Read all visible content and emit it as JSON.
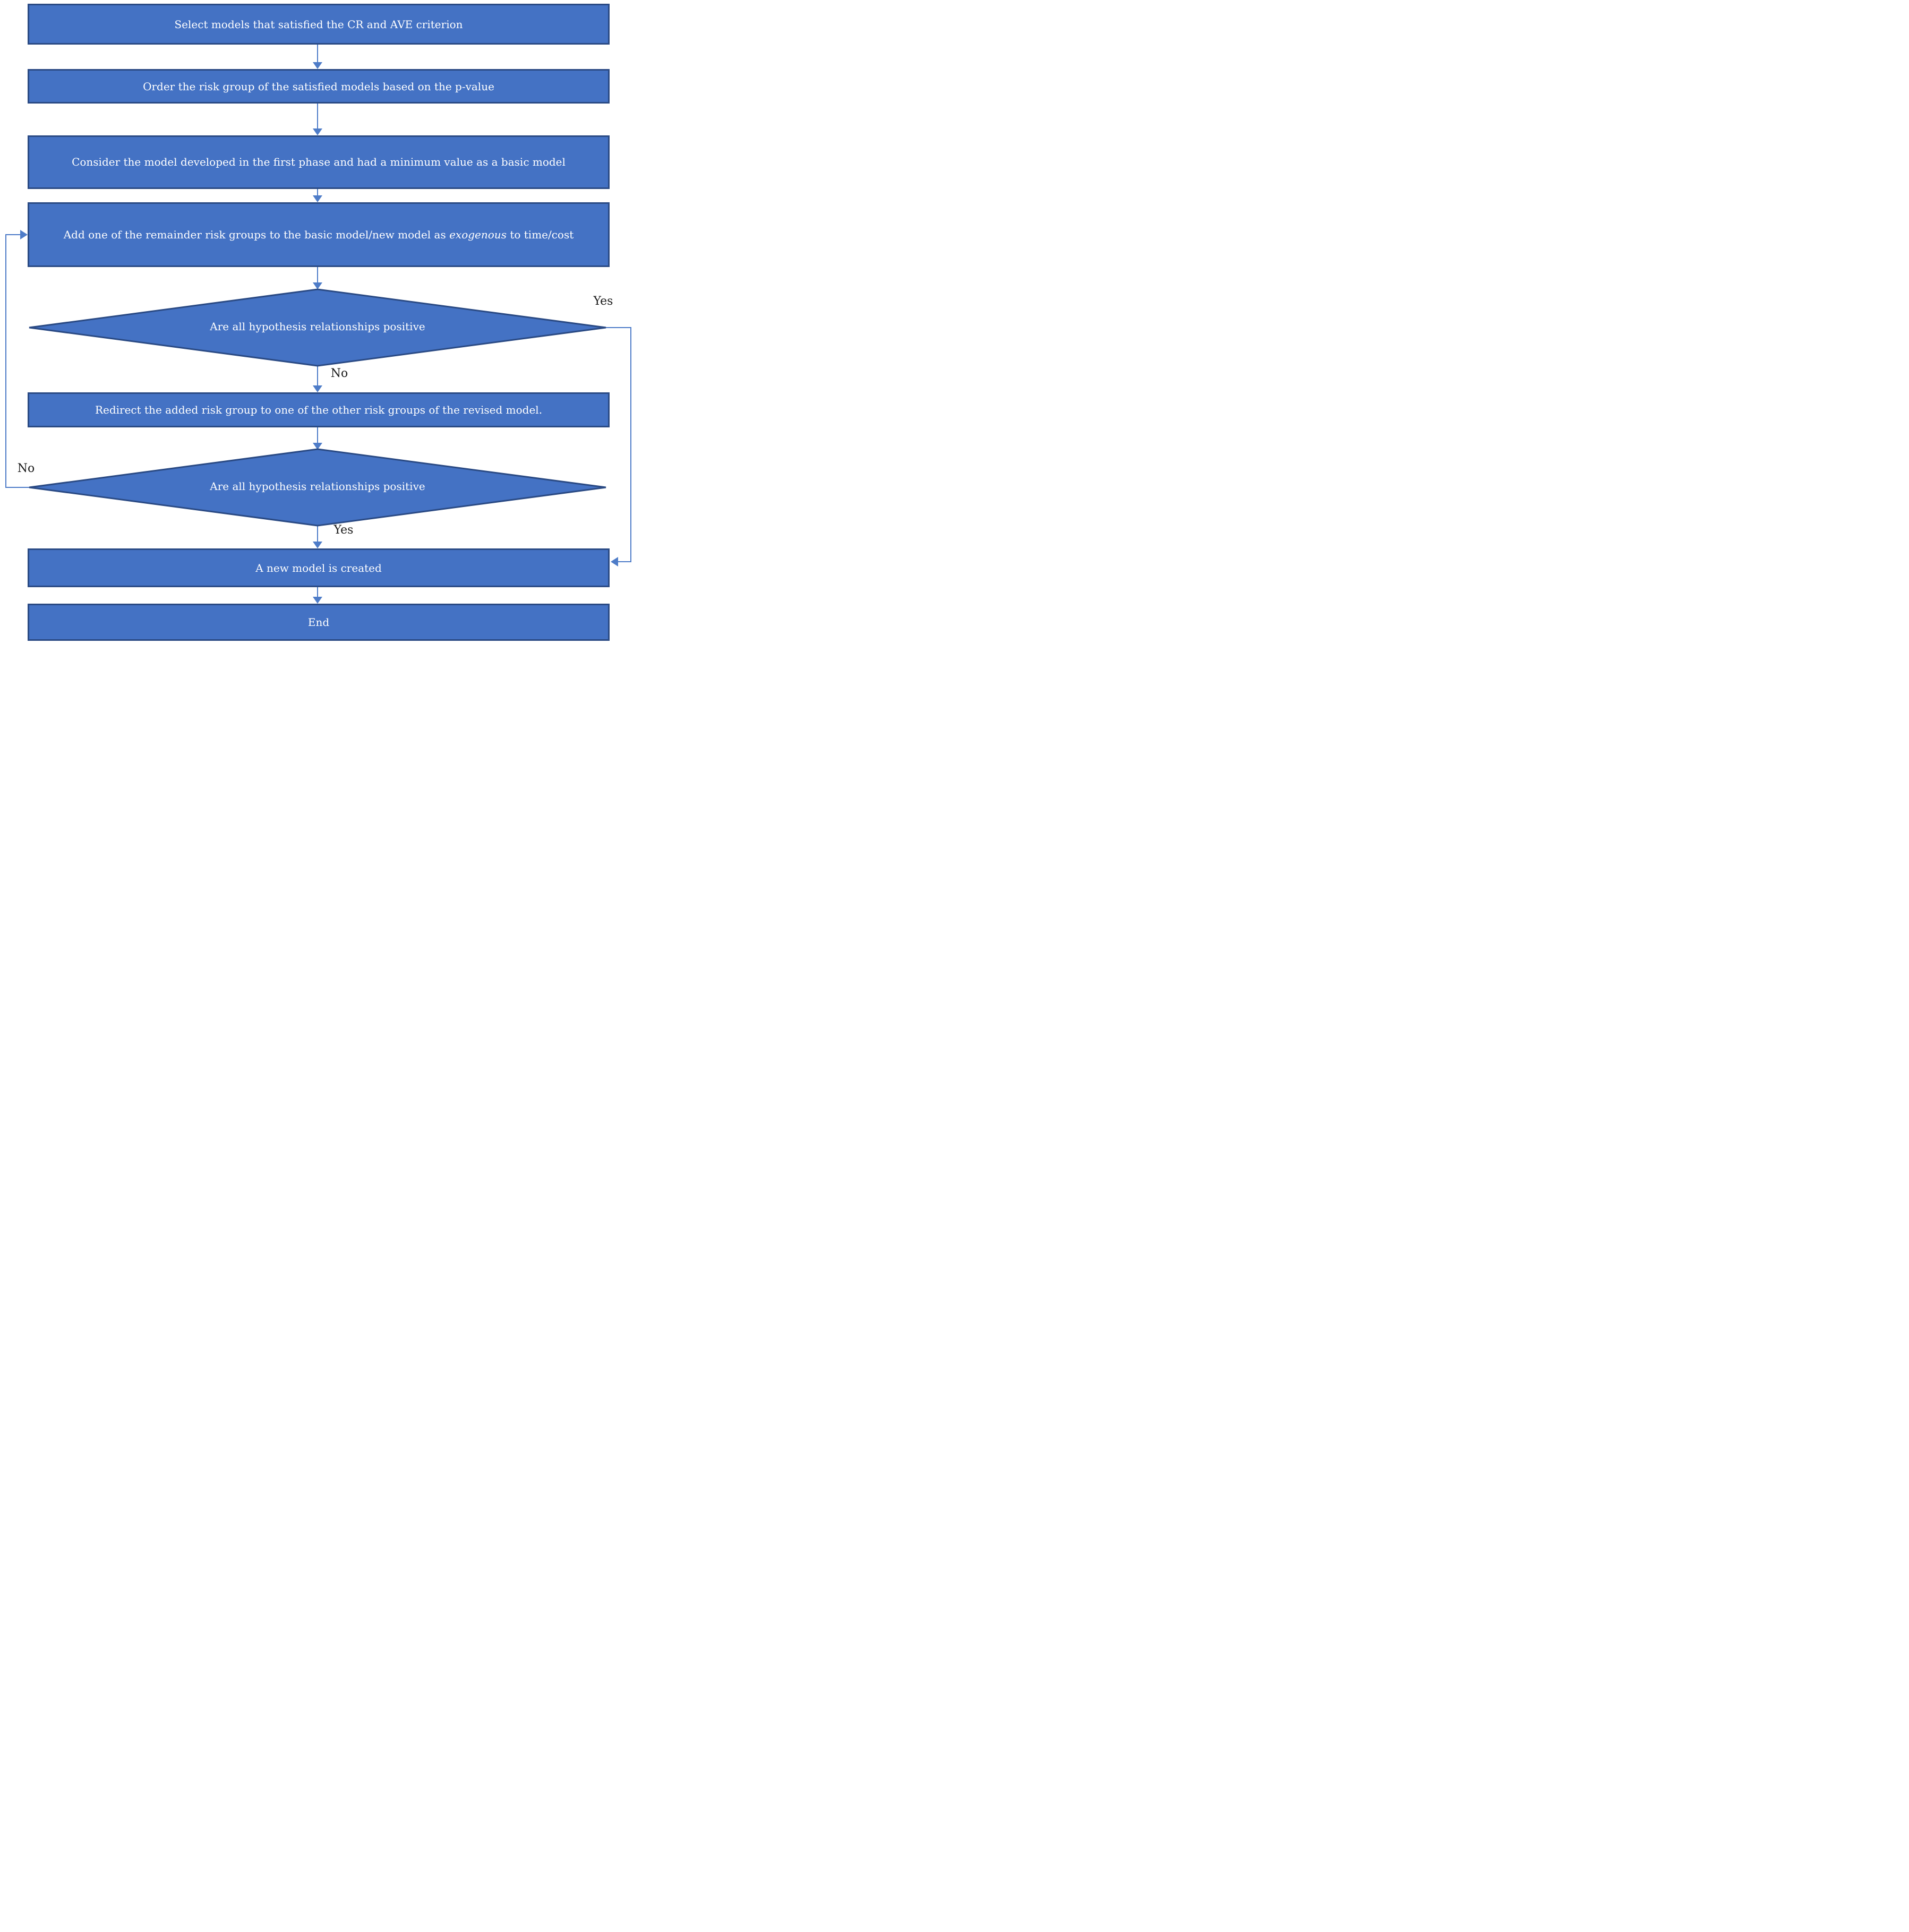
{
  "diagram_type": "flowchart",
  "colors": {
    "shape_fill": "#4472C4",
    "shape_border": "#2A4A84",
    "connector": "#4E7CC8",
    "shape_text": "#FFFFFF",
    "branch_label_text": "#1A1A1A",
    "background": "#FFFFFF"
  },
  "nodes": {
    "select_models": {
      "type": "process",
      "label": "Select models that satisfied the CR and AVE criterion"
    },
    "order_risk_group": {
      "type": "process",
      "label": "Order the risk group of the satisfied models based on the p-value"
    },
    "consider_basic_model": {
      "type": "process",
      "label": "Consider the model developed in the first phase and had a minimum value as a basic model"
    },
    "add_risk_group": {
      "type": "process",
      "label_pre": "Add one of the remainder risk groups to the basic model/new model as ",
      "label_italic": "exogenous",
      "label_post": " to time/cost"
    },
    "decision_hypothesis_1": {
      "type": "decision",
      "label": "Are all hypothesis relationships positive"
    },
    "redirect_risk_group": {
      "type": "process",
      "label": "Redirect the added risk group to one of the other risk groups of the revised model."
    },
    "decision_hypothesis_2": {
      "type": "decision",
      "label": "Are all hypothesis relationships positive"
    },
    "new_model_created": {
      "type": "process",
      "label": "A new model is created"
    },
    "end": {
      "type": "process",
      "label": "End"
    }
  },
  "edges": [
    {
      "from": "select_models",
      "to": "order_risk_group"
    },
    {
      "from": "order_risk_group",
      "to": "consider_basic_model"
    },
    {
      "from": "consider_basic_model",
      "to": "add_risk_group"
    },
    {
      "from": "add_risk_group",
      "to": "decision_hypothesis_1"
    },
    {
      "from": "decision_hypothesis_1",
      "to": "new_model_created",
      "label": "Yes"
    },
    {
      "from": "decision_hypothesis_1",
      "to": "redirect_risk_group",
      "label": "No"
    },
    {
      "from": "redirect_risk_group",
      "to": "decision_hypothesis_2"
    },
    {
      "from": "decision_hypothesis_2",
      "to": "add_risk_group",
      "label": "No"
    },
    {
      "from": "decision_hypothesis_2",
      "to": "new_model_created",
      "label": "Yes"
    },
    {
      "from": "new_model_created",
      "to": "end"
    }
  ]
}
